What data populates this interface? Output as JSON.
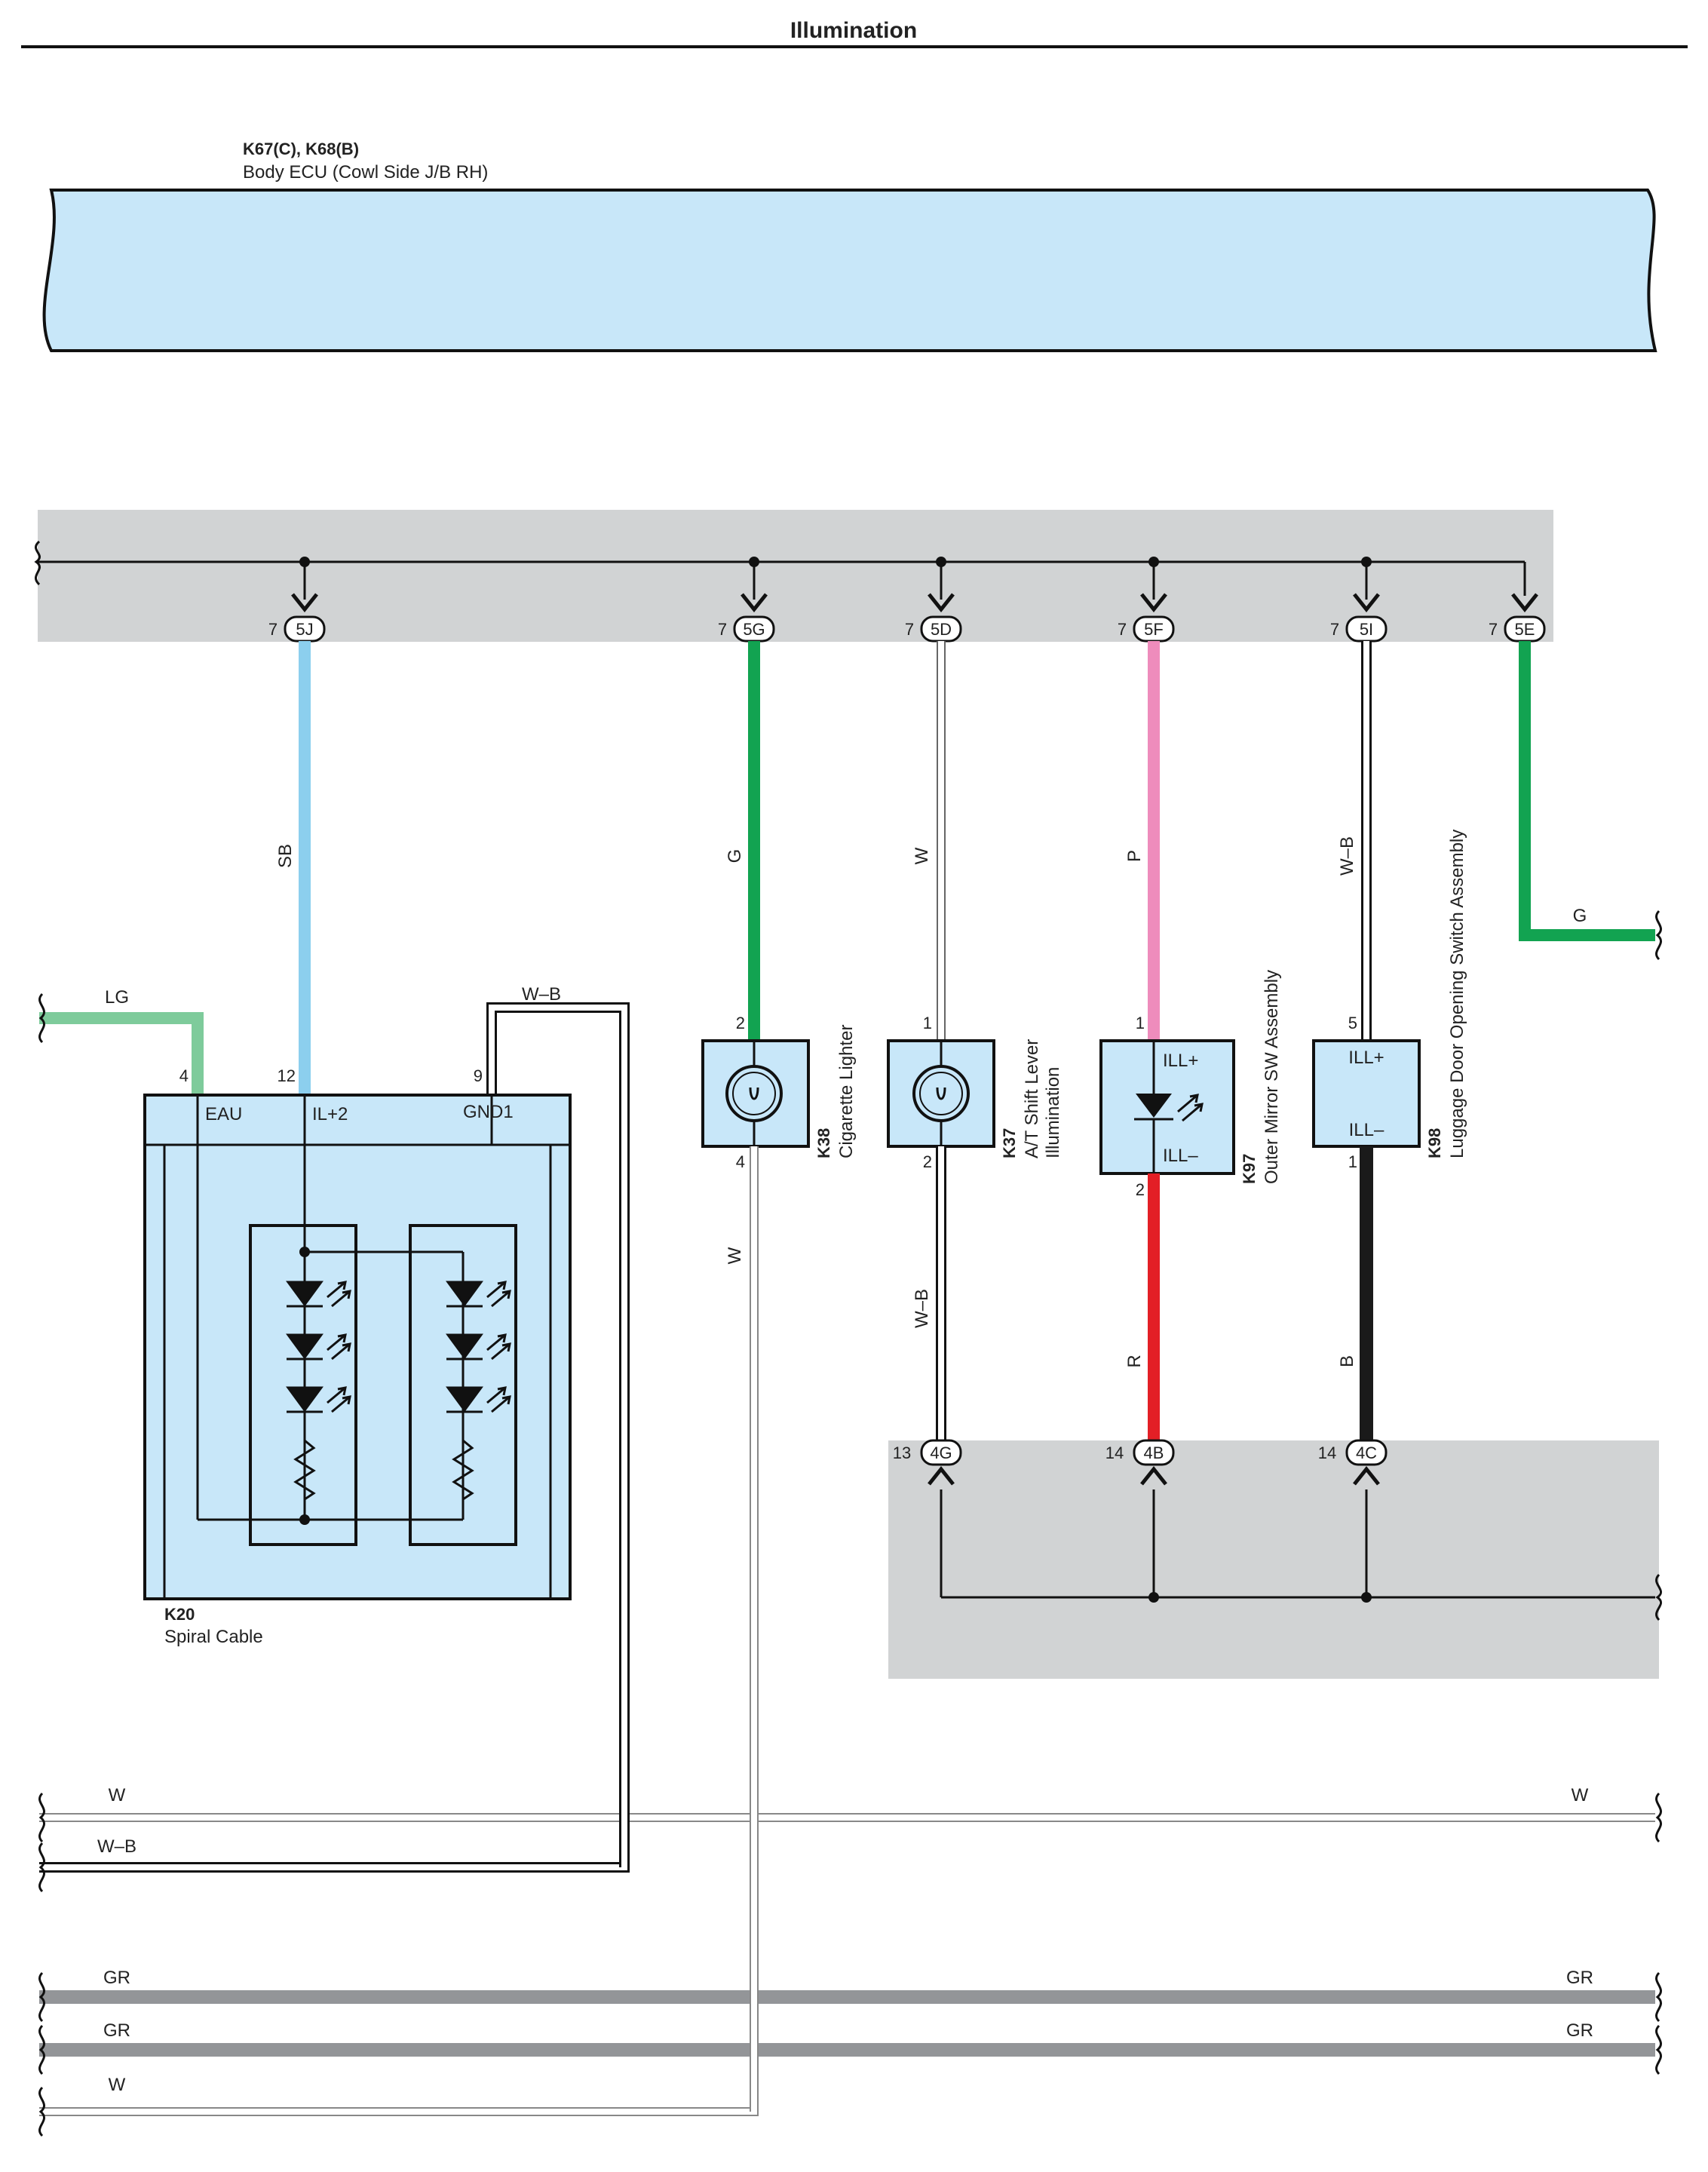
{
  "page_title": "Illumination",
  "ecu": {
    "id": "K67(C), K68(B)",
    "name": "Body ECU (Cowl Side J/B RH)"
  },
  "top_connectors": [
    {
      "code": "5J",
      "pin": "7",
      "wire": "SB",
      "color": "#8ccfee"
    },
    {
      "code": "5G",
      "pin": "7",
      "wire": "G",
      "color": "#12a351"
    },
    {
      "code": "5D",
      "pin": "7",
      "wire": "W",
      "color": "#ffffff"
    },
    {
      "code": "5F",
      "pin": "7",
      "wire": "P",
      "color": "#ee8cbc"
    },
    {
      "code": "5I",
      "pin": "7",
      "wire": "W–B",
      "color": "#ffffff"
    },
    {
      "code": "5E",
      "pin": "7",
      "wire": "G",
      "color": "#12a351"
    }
  ],
  "bottom_connectors": [
    {
      "code": "4G",
      "pin": "13",
      "wire": "W–B"
    },
    {
      "code": "4B",
      "pin": "14",
      "wire": "R"
    },
    {
      "code": "4C",
      "pin": "14",
      "wire": "B"
    }
  ],
  "components": {
    "k20": {
      "id": "K20",
      "name": "Spiral Cable",
      "term_eau": "EAU",
      "term_il2": "IL+2",
      "term_gnd1": "GND1",
      "pin_eau": "4",
      "pin_il2": "12",
      "pin_gnd1": "9"
    },
    "k38": {
      "id": "K38",
      "name": "Cigarette Lighter",
      "pin_in": "2",
      "pin_out": "4"
    },
    "k37": {
      "id": "K37",
      "name1": "A/T Shift Lever",
      "name2": "Illumination",
      "pin_in": "1",
      "pin_out": "2"
    },
    "k97": {
      "id": "K97",
      "name": "Outer Mirror SW Assembly",
      "pin_in": "1",
      "pin_out": "2",
      "term_plus": "ILL+",
      "term_minus": "ILL–"
    },
    "k98": {
      "id": "K98",
      "name": "Luggage Door Opening Switch Assembly",
      "pin_in": "5",
      "pin_out": "1",
      "term_plus": "ILL+",
      "term_minus": "ILL–"
    }
  },
  "wire_labels": {
    "lg": "LG",
    "wb_gnd": "W–B",
    "w_k38": "W",
    "wb_k37": "W–B",
    "r_k97": "R",
    "b_k98": "B",
    "g_right": "G"
  },
  "bus_labels": {
    "w_left": "W",
    "w_right": "W",
    "wb_left": "W–B",
    "gr1_left": "GR",
    "gr1_right": "GR",
    "gr2_left": "GR",
    "gr2_right": "GR",
    "w3_left": "W"
  }
}
